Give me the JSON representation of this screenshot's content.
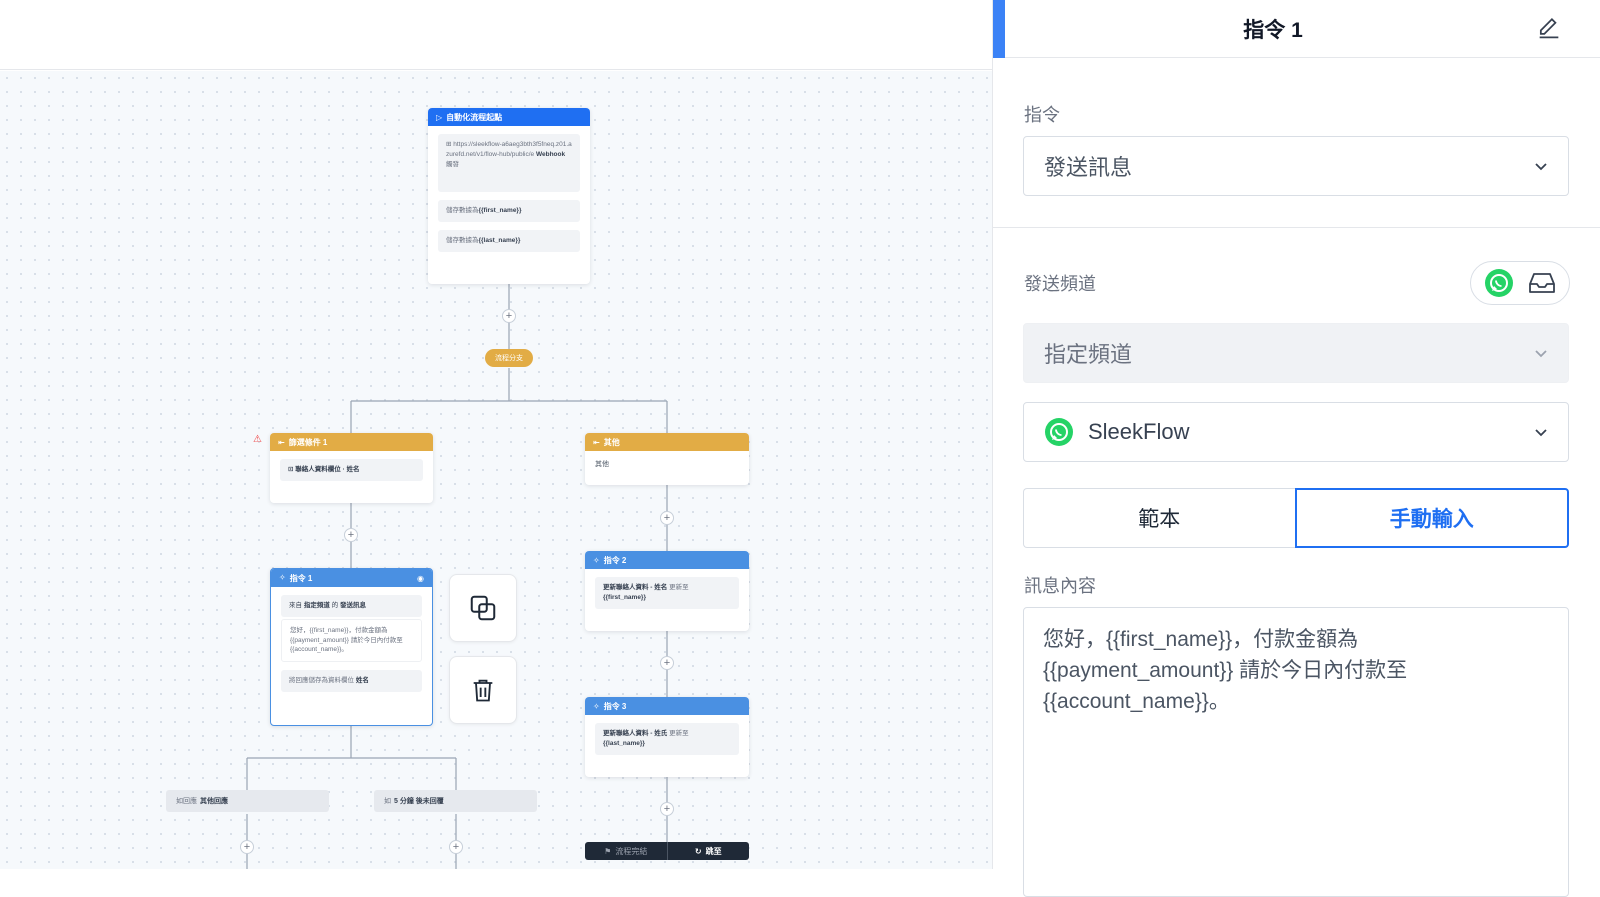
{
  "canvas": {
    "start_node": {
      "title": "自動化流程起點",
      "webhook_url": "https://sleekflow-a6aeg3bth3f5fneq.z01.azurefd.net/v1/flow-hub/public/e",
      "webhook_label": "Webhook",
      "webhook_suffix": "觸發",
      "save_prefix_1": "儲存數據為",
      "save_var_1": "{{first_name}}",
      "save_prefix_2": "儲存數據為",
      "save_var_2": "{{last_name}}"
    },
    "branch_pill": "流程分支",
    "condition_node": {
      "title": "篩選條件 1",
      "body": "聯絡人資料欄位 · 姓名"
    },
    "other_node": {
      "title": "其他",
      "body": "其他"
    },
    "action1_node": {
      "title": "指令 1",
      "line1_a": "來自",
      "line1_b": "指定頻道",
      "line1_c": "的",
      "line1_d": "發送訊息",
      "message": "您好，{{first_name}}，付款金額為 {{payment_amount}} 請於今日內付款至{{account_name}}。",
      "save_prefix": "將回應儲存為資料欄位",
      "save_field": "姓名"
    },
    "action2_node": {
      "title": "指令 2",
      "body_bold": "更新聯絡人資料 - 姓名",
      "body_mid": "更新至",
      "body_var": "{{first_name}}"
    },
    "action3_node": {
      "title": "指令 3",
      "body_bold": "更新聯絡人資料 - 姓氏",
      "body_mid": "更新至",
      "body_var": "{{last_name}}"
    },
    "reply_branch_a": {
      "prefix": "如回應",
      "label": "其他回應"
    },
    "reply_branch_b": {
      "prefix": "如",
      "label": "5 分鐘 後未回覆"
    },
    "end_bar": {
      "finish": "流程完結",
      "jump": "跳至"
    },
    "plus_label": "+"
  },
  "panel": {
    "title": "指令 1",
    "action_label": "指令",
    "action_value": "發送訊息",
    "channel_label": "發送頻道",
    "channel_select": "指定頻道",
    "channel_value": "SleekFlow",
    "tabs": [
      "範本",
      "手動輸入"
    ],
    "active_tab": 1,
    "message_label": "訊息內容",
    "message_text": "您好，{{first_name}}，付款金額為 {{payment_amount}} 請於今日內付款至 {{account_name}}。"
  },
  "colors": {
    "primary": "#1f6ff2",
    "node_blue": "#4a90e2",
    "node_gold": "#e2ac45",
    "whatsapp": "#25d366"
  }
}
